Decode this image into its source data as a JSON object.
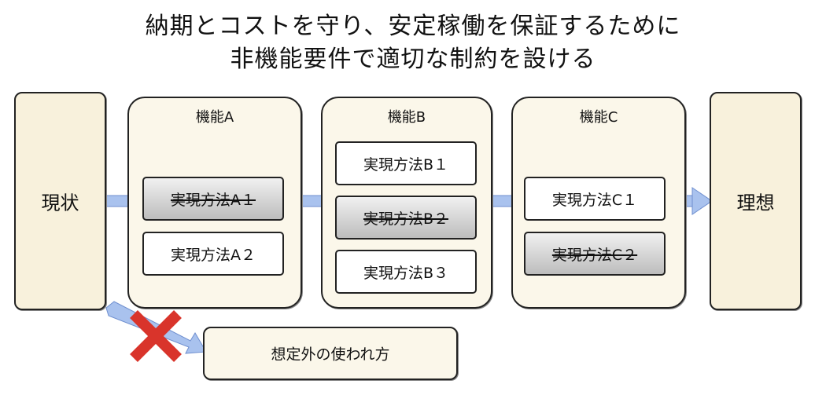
{
  "title": {
    "line1": "納期とコストを守り、安定稼働を保証するために",
    "line2": "非機能要件で適切な制約を設ける"
  },
  "current_label": "現状",
  "ideal_label": "理想",
  "groups": [
    {
      "title": "機能A",
      "options": [
        {
          "label": "実現方法A１",
          "rejected": true
        },
        {
          "label": "実現方法A２",
          "rejected": false
        }
      ]
    },
    {
      "title": "機能B",
      "options": [
        {
          "label": "実現方法B１",
          "rejected": false
        },
        {
          "label": "実現方法B２",
          "rejected": true
        },
        {
          "label": "実現方法B３",
          "rejected": false
        }
      ]
    },
    {
      "title": "機能C",
      "options": [
        {
          "label": "実現方法C１",
          "rejected": false
        },
        {
          "label": "実現方法C２",
          "rejected": true
        }
      ]
    }
  ],
  "unexpected_label": "想定外の使われ方",
  "colors": {
    "arrow": "#a9c2ee",
    "arrow_outline": "#6f8fcf",
    "cross": "#d9342b",
    "box_fill": "#fbf7ea"
  },
  "icons": [
    "flow-arrow-icon",
    "cross-icon"
  ]
}
